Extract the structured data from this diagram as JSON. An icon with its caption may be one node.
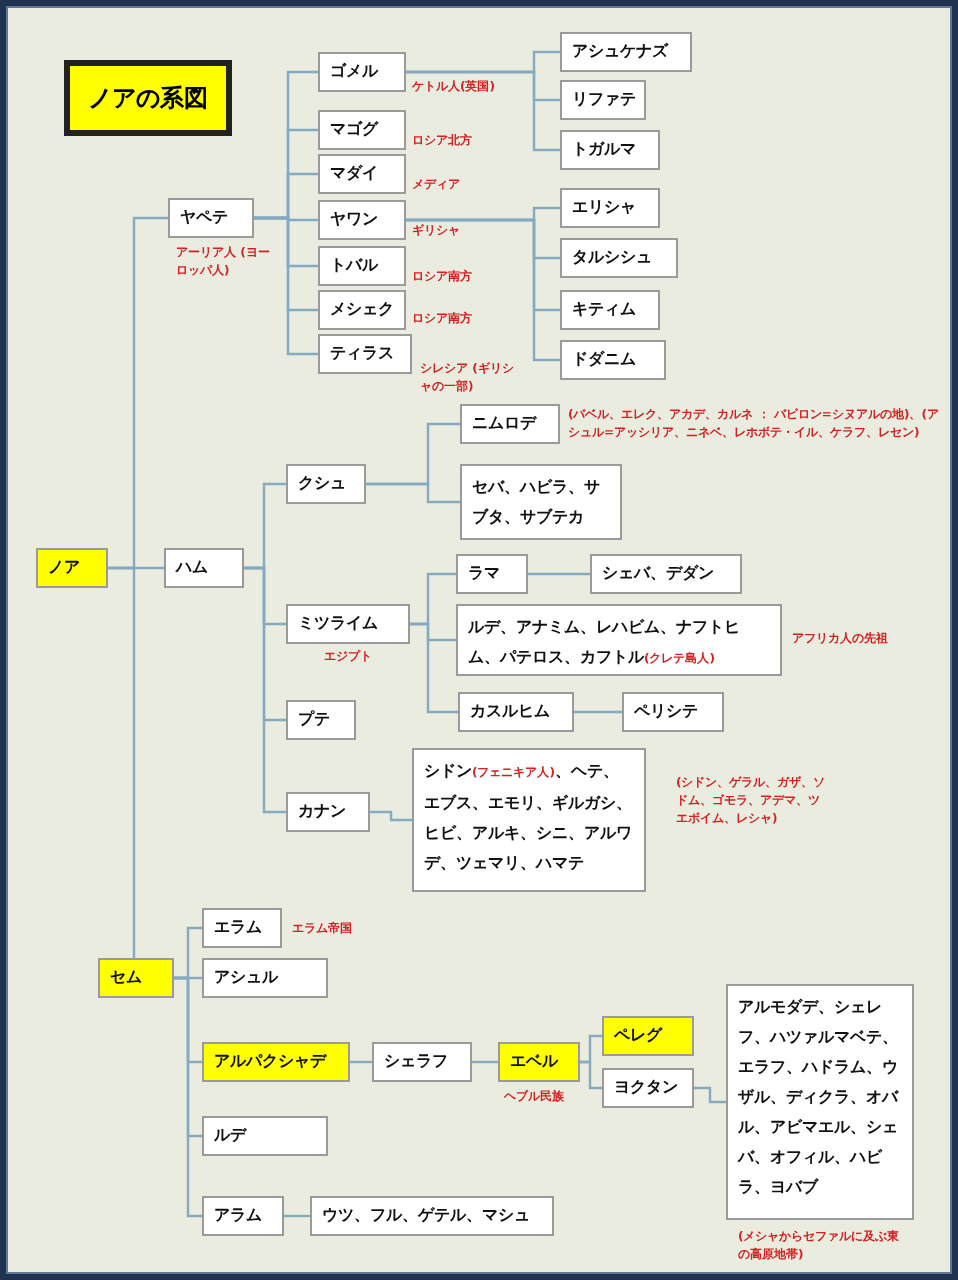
{
  "diagram": {
    "title": "ノアの系図",
    "nodes": [
      {
        "text": [
          "ノア"
        ]
      },
      {
        "text": [
          "ヤペテ"
        ],
        "beside": [
          "アーリア人 (ヨーロッパ人)"
        ]
      },
      {
        "text": [
          "ゴメル"
        ],
        "beside": [
          "ケトル人(英国)"
        ]
      },
      {
        "text": [
          "マゴグ"
        ],
        "beside": [
          "ロシア北方"
        ]
      },
      {
        "text": [
          "マダイ"
        ],
        "beside": [
          "メディア"
        ]
      },
      {
        "text": [
          "ヤワン"
        ],
        "beside": [
          "ギリシャ"
        ]
      },
      {
        "text": [
          "トバル"
        ],
        "beside": [
          "ロシア南方"
        ]
      },
      {
        "text": [
          "メシェク"
        ],
        "beside": [
          "ロシア南方"
        ]
      },
      {
        "text": [
          "ティラス"
        ],
        "beside": [
          "シレシア (ギリシャの一部)"
        ]
      },
      {
        "text": [
          "アシュケナズ"
        ]
      },
      {
        "text": [
          "リファテ"
        ]
      },
      {
        "text": [
          "トガルマ"
        ]
      },
      {
        "text": [
          "エリシャ"
        ]
      },
      {
        "text": [
          "タルシシュ"
        ]
      },
      {
        "text": [
          "キティム"
        ]
      },
      {
        "text": [
          "ドダニム"
        ]
      },
      {
        "text": [
          "ハム"
        ]
      },
      {
        "text": [
          "クシュ"
        ]
      },
      {
        "text": [
          "ニムロデ"
        ],
        "beside": [
          "(バベル、エレク、アカデ、カルネ ： バビロン=シヌアルの地)、(アシュル=アッシリア、ニネベ、レホボテ・イル、ケラフ、レセン)"
        ]
      },
      {
        "text": [
          "セバ、ハビラ、サブタ、サブテカ"
        ]
      },
      {
        "text": [
          "ミツライム"
        ],
        "beside": [
          "エジプト"
        ]
      },
      {
        "text": [
          "ラマ"
        ]
      },
      {
        "text": [
          "シェバ、デダン"
        ]
      },
      {
        "text": [
          "ルデ、アナミム、レハビム、ナフトヒム、パテロス、カフトル",
          "(クレテ島人)"
        ],
        "beside": [
          "アフリカ人の先祖"
        ]
      },
      {
        "text": [
          "カスルヒム"
        ]
      },
      {
        "text": [
          "ペリシテ"
        ]
      },
      {
        "text": [
          "プテ"
        ]
      },
      {
        "text": [
          "カナン"
        ]
      },
      {
        "text": [
          "シドン",
          "(フェニキア人)",
          "、ヘテ、エブス、エモリ、ギルガシ、ヒビ、アルキ、シニ、アルワデ、ツェマリ、ハマテ"
        ],
        "beside": [
          "(シドン、ゲラル、ガザ、ソドム、ゴモラ、アデマ、ツエボイム、レシャ)"
        ]
      },
      {
        "text": [
          "セム"
        ]
      },
      {
        "text": [
          "エラム"
        ],
        "beside": [
          "エラム帝国"
        ]
      },
      {
        "text": [
          "アシュル"
        ]
      },
      {
        "text": [
          "アルパクシャデ"
        ]
      },
      {
        "text": [
          "シェラフ"
        ]
      },
      {
        "text": [
          "エベル"
        ],
        "beside": [
          "ヘブル民族"
        ]
      },
      {
        "text": [
          "ペレグ"
        ]
      },
      {
        "text": [
          "ヨクタン"
        ]
      },
      {
        "text": [
          "アルモダデ、シェレフ、ハツァルマベテ、エラフ、ハドラム、ウザル、ディクラ、オバル、アビマエル、シェバ、オフィル、ハビラ、ヨバブ"
        ],
        "beside": [
          "(メシャからセファルに及ぶ東の高原地帯)"
        ]
      },
      {
        "text": [
          "ルデ"
        ]
      },
      {
        "text": [
          "アラム"
        ]
      },
      {
        "text": [
          "ウツ、フル、ゲテル、マシュ"
        ]
      }
    ],
    "edges": [
      {
        "from": 0,
        "to": 1,
        "arrow": "none"
      },
      {
        "from": 0,
        "to": 16,
        "arrow": "none"
      },
      {
        "from": 0,
        "to": 29,
        "arrow": "none"
      },
      {
        "from": 1,
        "to": 2,
        "arrow": "none"
      },
      {
        "from": 1,
        "to": 3,
        "arrow": "none"
      },
      {
        "from": 1,
        "to": 4,
        "arrow": "none"
      },
      {
        "from": 1,
        "to": 5,
        "arrow": "none"
      },
      {
        "from": 1,
        "to": 6,
        "arrow": "none"
      },
      {
        "from": 1,
        "to": 7,
        "arrow": "none"
      },
      {
        "from": 1,
        "to": 8,
        "arrow": "none"
      },
      {
        "from": 2,
        "to": 9,
        "arrow": "none"
      },
      {
        "from": 2,
        "to": 10,
        "arrow": "none"
      },
      {
        "from": 2,
        "to": 11,
        "arrow": "none"
      },
      {
        "from": 5,
        "to": 12,
        "arrow": "none"
      },
      {
        "from": 5,
        "to": 13,
        "arrow": "none"
      },
      {
        "from": 5,
        "to": 14,
        "arrow": "none"
      },
      {
        "from": 5,
        "to": 15,
        "arrow": "none"
      },
      {
        "from": 16,
        "to": 17,
        "arrow": "none"
      },
      {
        "from": 16,
        "to": 20,
        "arrow": "none"
      },
      {
        "from": 16,
        "to": 26,
        "arrow": "none"
      },
      {
        "from": 16,
        "to": 27,
        "arrow": "none"
      },
      {
        "from": 17,
        "to": 18,
        "arrow": "none"
      },
      {
        "from": 17,
        "to": 19,
        "arrow": "none"
      },
      {
        "from": 20,
        "to": 21,
        "arrow": "none"
      },
      {
        "from": 20,
        "to": 23,
        "arrow": "none"
      },
      {
        "from": 20,
        "to": 24,
        "arrow": "none"
      },
      {
        "from": 21,
        "to": 22,
        "arrow": "none"
      },
      {
        "from": 24,
        "to": 25,
        "arrow": "none"
      },
      {
        "from": 27,
        "to": 28,
        "arrow": "none"
      },
      {
        "from": 29,
        "to": 30,
        "arrow": "none"
      },
      {
        "from": 29,
        "to": 31,
        "arrow": "none"
      },
      {
        "from": 29,
        "to": 32,
        "arrow": "none"
      },
      {
        "from": 29,
        "to": 38,
        "arrow": "none"
      },
      {
        "from": 29,
        "to": 39,
        "arrow": "none"
      },
      {
        "from": 32,
        "to": 33,
        "arrow": "none"
      },
      {
        "from": 33,
        "to": 34,
        "arrow": "none"
      },
      {
        "from": 34,
        "to": 35,
        "arrow": "none"
      },
      {
        "from": 34,
        "to": 36,
        "arrow": "none"
      },
      {
        "from": 36,
        "to": 37,
        "arrow": "none"
      },
      {
        "from": 39,
        "to": 40,
        "arrow": "none"
      }
    ]
  }
}
